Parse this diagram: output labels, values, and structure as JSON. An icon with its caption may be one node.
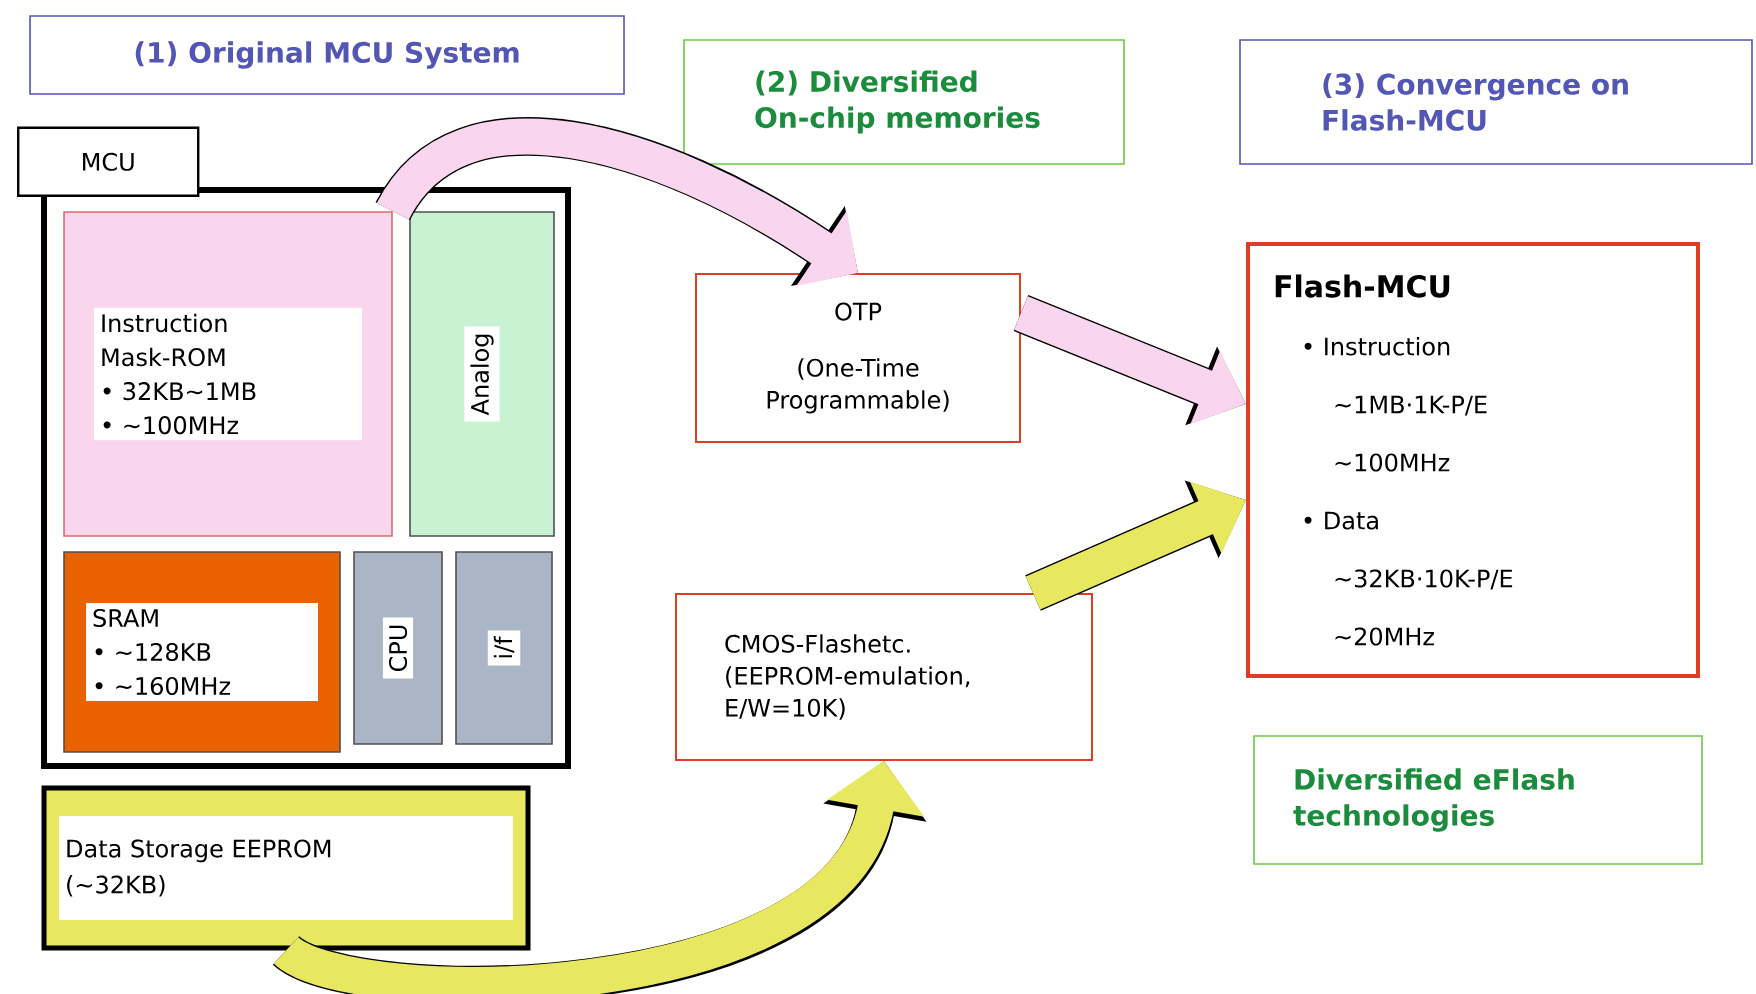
{
  "diagram": {
    "nodes": [
      {
        "text": [
          "(1) Original MCU System"
        ]
      },
      {
        "text": [
          "(2) Diversified On-chip memories"
        ]
      },
      {
        "text": [
          "(3) Convergence on Flash-MCU"
        ]
      },
      {
        "text": [
          "MCU"
        ]
      },
      {
        "text": [
          "Instruction Mask-ROM",
          "• 32KB∼1MB",
          "• ∼100MHz"
        ],
        "in": 3
      },
      {
        "text": [
          "Analog"
        ],
        "in": 3
      },
      {
        "text": [
          "SRAM",
          "• ∼128KB",
          "• ∼160MHz"
        ],
        "in": 3
      },
      {
        "text": [
          "CPU"
        ],
        "in": 3
      },
      {
        "text": [
          "i/f"
        ],
        "in": 3
      },
      {
        "text": [
          "Data Storage EEPROM (∼32KB)"
        ]
      },
      {
        "text": [
          "OTP",
          "(One-Time Programmable)"
        ]
      },
      {
        "text": [
          "CMOS-Flashetc.",
          "(EEPROM-emulation, E/W=10K)"
        ]
      },
      {
        "text": [
          "Flash-MCU",
          "• Instruction",
          "∼1MB·1K-P/E",
          "∼100MHz",
          "• Data",
          "∼32KB·10K-P/E",
          "∼20MHz"
        ]
      },
      {
        "text": [
          "Diversified eFlash technologies"
        ]
      }
    ],
    "edges": [
      {
        "from": 4,
        "to": 10,
        "arrow": "to",
        "color": "#f9d5ee"
      },
      {
        "from": 9,
        "to": 11,
        "arrow": "to",
        "color": "#e8e860"
      },
      {
        "from": 10,
        "to": 12,
        "arrow": "to",
        "color": "#f9d5ee"
      },
      {
        "from": 11,
        "to": 12,
        "arrow": "to",
        "color": "#e8e860"
      }
    ]
  }
}
